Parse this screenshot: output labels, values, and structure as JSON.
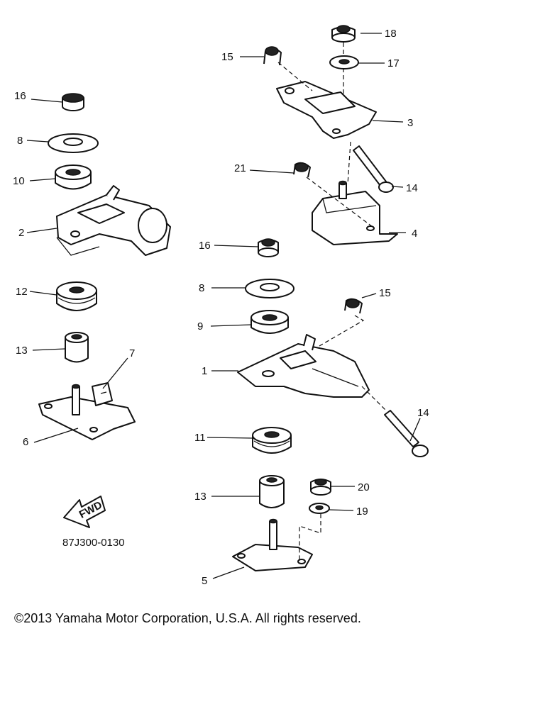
{
  "diagram": {
    "callouts": [
      "1",
      "2",
      "3",
      "4",
      "5",
      "6",
      "7",
      "8",
      "8",
      "9",
      "10",
      "11",
      "12",
      "13",
      "13",
      "14",
      "14",
      "15",
      "15",
      "16",
      "16",
      "17",
      "18",
      "19",
      "20",
      "21"
    ],
    "direction_label": "FWD",
    "drawing_number": "87J300-0130"
  },
  "footer": {
    "copyright": "©2013 Yamaha Motor Corporation, U.S.A. All rights reserved."
  }
}
